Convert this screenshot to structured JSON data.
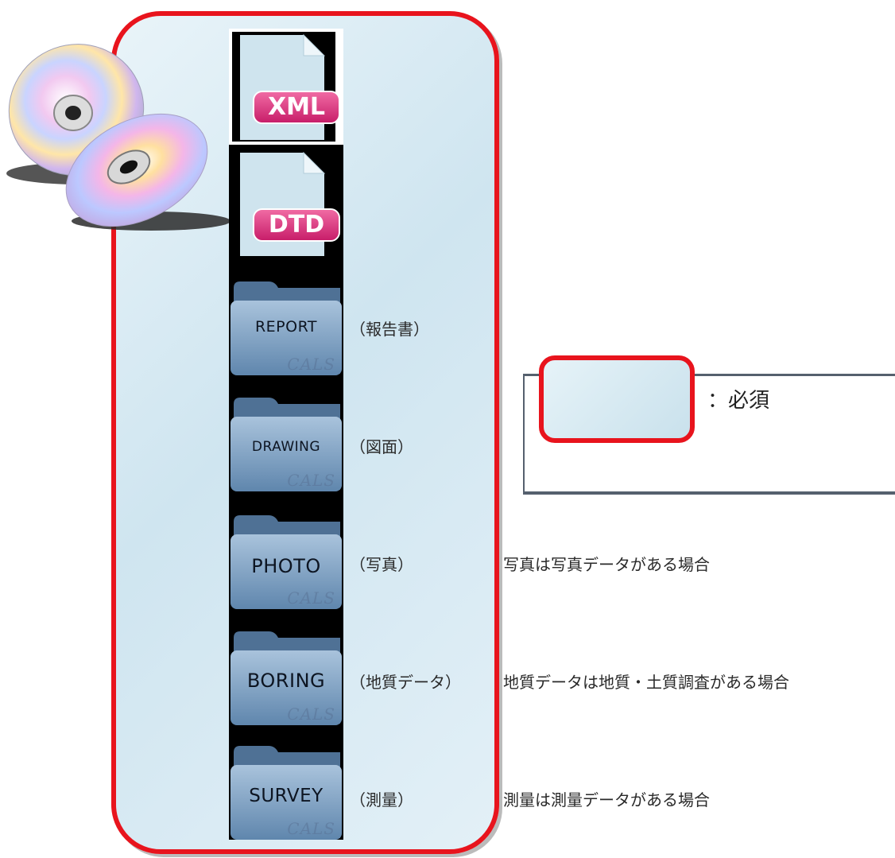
{
  "files": [
    {
      "name": "xml",
      "badge": "XML"
    },
    {
      "name": "dtd",
      "badge": "DTD"
    }
  ],
  "folders": [
    {
      "label": "REPORT",
      "watermark": "CALS",
      "jp": "（報告書）",
      "note": ""
    },
    {
      "label": "DRAWING",
      "watermark": "CALS",
      "jp": "（図面）",
      "note": ""
    },
    {
      "label": "PHOTO",
      "watermark": "CALS",
      "jp": "（写真）",
      "note": "写真は写真データがある場合"
    },
    {
      "label": "BORING",
      "watermark": "CALS",
      "jp": "（地質データ）",
      "note": "地質データは地質・土質調査がある場合"
    },
    {
      "label": "SURVEY",
      "watermark": "CALS",
      "jp": "（測量）",
      "note": "測量は測量データがある場合"
    }
  ],
  "legend": {
    "text": "：必須"
  },
  "colors": {
    "frame": "#e8141d",
    "badge": "#d8317a",
    "folder": "#6f93b8"
  }
}
